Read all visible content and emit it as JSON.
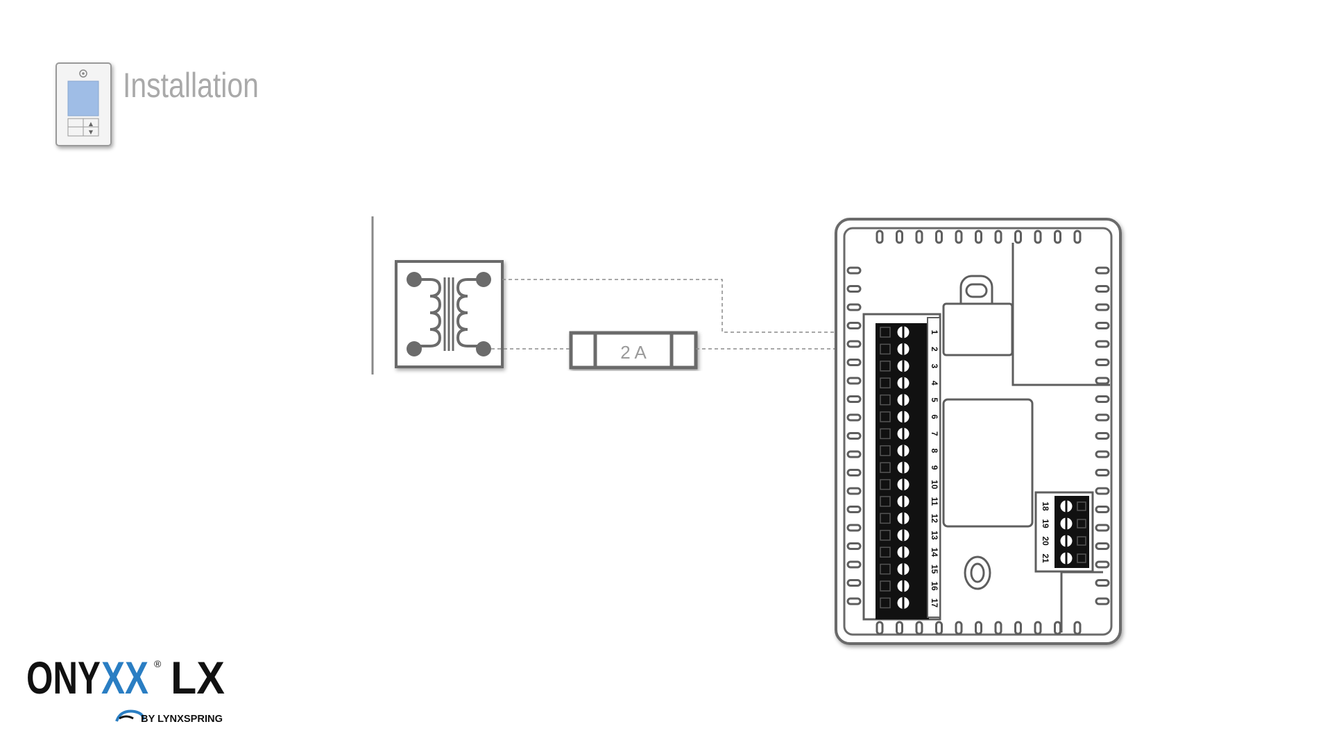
{
  "header": {
    "title": "Installation",
    "icon": "thermostat-device-icon"
  },
  "diagram": {
    "fuse_label": "2 A",
    "main_terminals": [
      "1",
      "2",
      "3",
      "4",
      "5",
      "6",
      "7",
      "8",
      "9",
      "10",
      "11",
      "12",
      "13",
      "14",
      "15",
      "16",
      "17"
    ],
    "aux_terminals": [
      "18",
      "19",
      "20",
      "21"
    ]
  },
  "brand": {
    "name_part1": "ONY",
    "name_part2": "XX",
    "registered": "®",
    "name_suffix": "LX",
    "byline": "BY LYNXSPRING"
  },
  "colors": {
    "line_gray": "#7a7a7a",
    "dark_gray": "#6b6b6b",
    "screen_blue": "#9fbde6",
    "brand_blue": "#2a7ec3",
    "terminal_black": "#111111"
  }
}
